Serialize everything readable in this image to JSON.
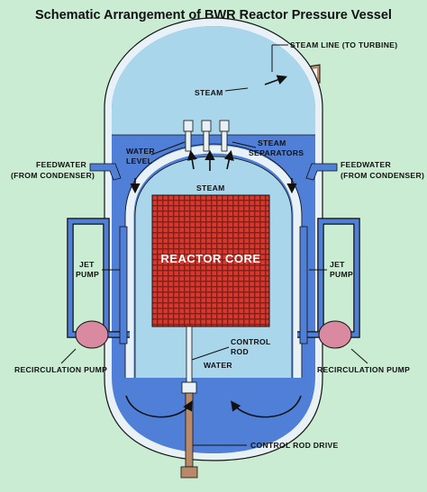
{
  "title": "Schematic Arrangement of BWR Reactor Pressure Vessel",
  "labels": {
    "steam_line": "STEAM LINE (TO TURBINE)",
    "steam_top": "STEAM",
    "water_level_1": "WATER",
    "water_level_2": "LEVEL",
    "steam_separators_1": "STEAM",
    "steam_separators_2": "SEPARATORS",
    "steam_mid": "STEAM",
    "feedwater_left_1": "FEEDWATER",
    "feedwater_left_2": "(FROM CONDENSER)",
    "feedwater_right_1": "FEEDWATER",
    "feedwater_right_2": "(FROM CONDENSER)",
    "reactor_core": "REACTOR CORE",
    "jet_pump_left_1": "JET",
    "jet_pump_left_2": "PUMP",
    "jet_pump_right_1": "JET",
    "jet_pump_right_2": "PUMP",
    "control_rod_1": "CONTROL",
    "control_rod_2": "ROD",
    "water_bottom": "WATER",
    "recirc_pump_left": "RECIRCULATION PUMP",
    "recirc_pump_right": "RECIRCULATION PUMP",
    "control_rod_drive": "CONTROL ROD DRIVE"
  },
  "colors": {
    "background": "#c9ecd3",
    "water": "#4f7fd6",
    "steam": "#a9d6ea",
    "core": "#d9372b",
    "core_grid": "#8a1c16",
    "pump": "#d98aa0",
    "vessel_wall": "#e8f2f6",
    "drive": "#b98a6a"
  }
}
